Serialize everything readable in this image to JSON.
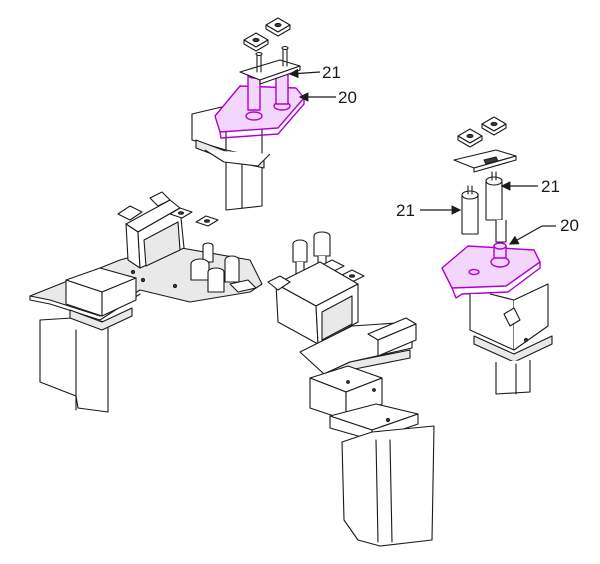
{
  "callouts": {
    "top_21": "21",
    "top_20": "20",
    "right_21_upper": "21",
    "right_21_left": "21",
    "right_20": "20"
  },
  "colors": {
    "highlight": "#b000d0",
    "highlight_fill": "#f3d6fb",
    "line": "#1a1a1a"
  }
}
